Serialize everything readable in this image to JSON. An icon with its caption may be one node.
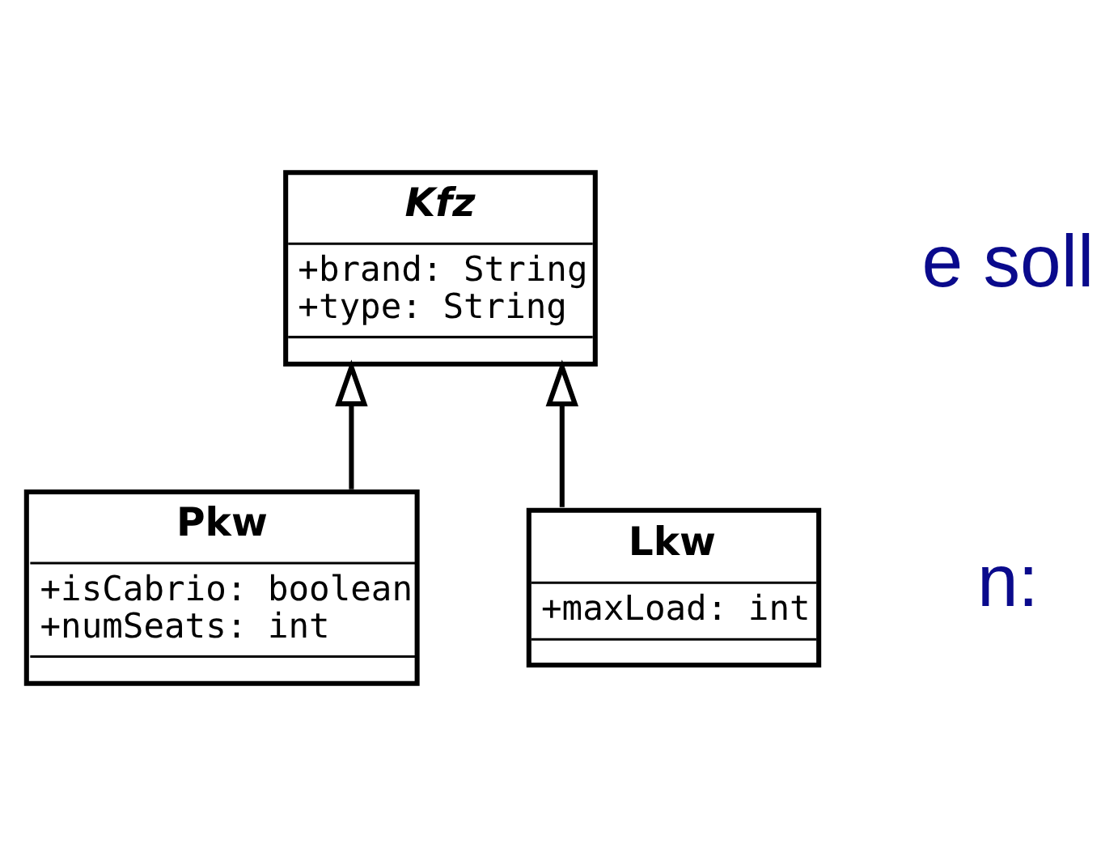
{
  "diagram": {
    "nodes": [
      {
        "text": [
          "Kfz",
          "+brand: String",
          "+type: String"
        ]
      },
      {
        "text": [
          "Pkw",
          "+isCabrio: boolean",
          "+numSeats: int"
        ]
      },
      {
        "text": [
          "Lkw",
          "+maxLoad: int"
        ]
      }
    ],
    "edges": [
      {
        "from": 1,
        "to": 0,
        "arrow": "to"
      },
      {
        "from": 2,
        "to": 0,
        "arrow": "to"
      }
    ],
    "labels": [
      "e soll",
      "n:"
    ]
  }
}
